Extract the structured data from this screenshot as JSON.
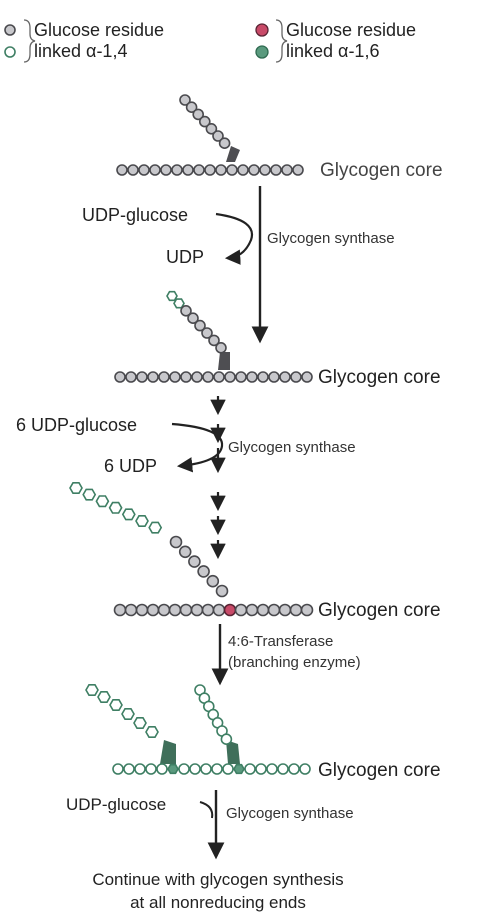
{
  "legend": {
    "a14_line1": "Glucose residue",
    "a14_line2": "linked α-1,4",
    "a16_line1": "Glucose residue",
    "a16_line2": "linked α-1,6"
  },
  "stages": {
    "s1": {
      "core": "Glycogen core"
    },
    "step1": {
      "substrate": "UDP-glucose",
      "product": "UDP",
      "enzyme": "Glycogen synthase"
    },
    "s2": {
      "core": "Glycogen core"
    },
    "step2": {
      "substrate": "6 UDP-glucose",
      "product": "6 UDP",
      "enzyme": "Glycogen synthase"
    },
    "s3": {
      "core": "Glycogen core"
    },
    "step3": {
      "enzyme_line1": "4:6-Transferase",
      "enzyme_line2": "(branching enzyme)"
    },
    "s4": {
      "core": "Glycogen core"
    },
    "step4": {
      "substrate": "UDP-glucose",
      "enzyme": "Glycogen synthase"
    }
  },
  "footer": {
    "line1": "Continue with glycogen synthesis",
    "line2": "at all nonreducing ends"
  },
  "colors": {
    "grey_residue": "#c8c8cc",
    "grey_outline": "#4a4a4e",
    "dark_stem": "#4e4e52",
    "green_outline": "#3f7f64",
    "green_fill": "#5a9a7e",
    "branch_point": "#c84a68",
    "arrow": "#222222"
  }
}
